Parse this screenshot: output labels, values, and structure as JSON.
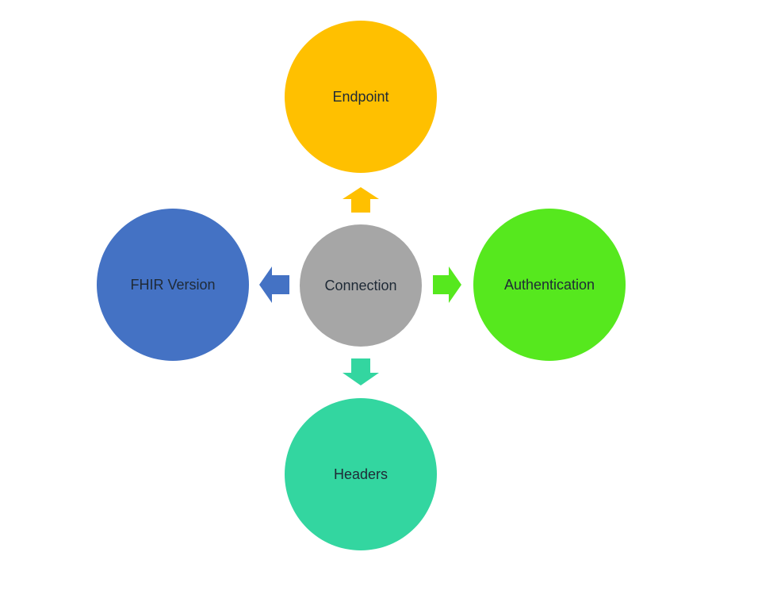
{
  "nodes": {
    "center": {
      "label": "Connection",
      "color": "#a6a6a6"
    },
    "top": {
      "label": "Endpoint",
      "color": "#ffc000"
    },
    "left": {
      "label": "FHIR Version",
      "color": "#4472c4"
    },
    "right": {
      "label": "Authentication",
      "color": "#56e81e"
    },
    "bottom": {
      "label": "Headers",
      "color": "#33d6a0"
    }
  },
  "arrows": {
    "top": {
      "icon": "arrow-up-icon",
      "color": "#ffc000"
    },
    "left": {
      "icon": "arrow-left-icon",
      "color": "#4472c4"
    },
    "right": {
      "icon": "arrow-right-icon",
      "color": "#56e81e"
    },
    "bottom": {
      "icon": "arrow-down-icon",
      "color": "#33d6a0"
    }
  }
}
